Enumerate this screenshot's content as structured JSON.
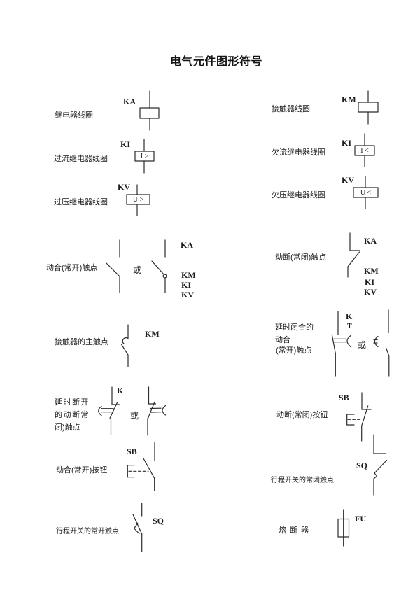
{
  "title": "电气元件图形符号",
  "or_word": "或",
  "colors": {
    "ink": "#2c2c2c",
    "paper": "#ffffff"
  },
  "rows": {
    "relay_coil": {
      "label": "继电器线圈",
      "ref": "KA"
    },
    "contactor_coil": {
      "label": "接触器线圈",
      "ref": "KM"
    },
    "overcurrent_coil": {
      "label": "过流继电器线圈",
      "ref": "KI",
      "value": "I >"
    },
    "undercurrent_coil": {
      "label": "欠流继电器线圈",
      "ref": "KI",
      "value": "I <"
    },
    "overvoltage_coil": {
      "label": "过压继电器线圈",
      "ref": "KV",
      "value": "U >"
    },
    "undervoltage_coil": {
      "label": "欠压继电器线圈",
      "ref": "KV",
      "value": "U <"
    },
    "no_contact": {
      "label": "动合(常开)触点",
      "ref_top": "KA",
      "refs": [
        "KM",
        "KI",
        "KV"
      ]
    },
    "nc_contact": {
      "label": "动断(常闭)触点",
      "ref_top": "KA",
      "refs": [
        "KM",
        "KI",
        "KV"
      ]
    },
    "main_contact": {
      "label": "接触器的主触点",
      "ref": "KM"
    },
    "delay_close": {
      "lines": [
        "延时闭合的",
        "动合",
        "(常开)触点"
      ],
      "ref_k": "K",
      "ref_t": "T"
    },
    "delay_open": {
      "lines": [
        "延时断开",
        "的动断常",
        "闭)触点"
      ],
      "ref": "K"
    },
    "no_button": {
      "label": "动合(常开)按钮",
      "ref": "SB"
    },
    "nc_button": {
      "label": "动断(常闭)按钮",
      "ref": "SB"
    },
    "travel_nc": {
      "label": "行程开关的常闭触点",
      "ref": "SQ"
    },
    "travel_no": {
      "label": "行程开关的常开触点",
      "ref": "SQ"
    },
    "fuse": {
      "label": "熔断器",
      "ref": "FU"
    }
  }
}
